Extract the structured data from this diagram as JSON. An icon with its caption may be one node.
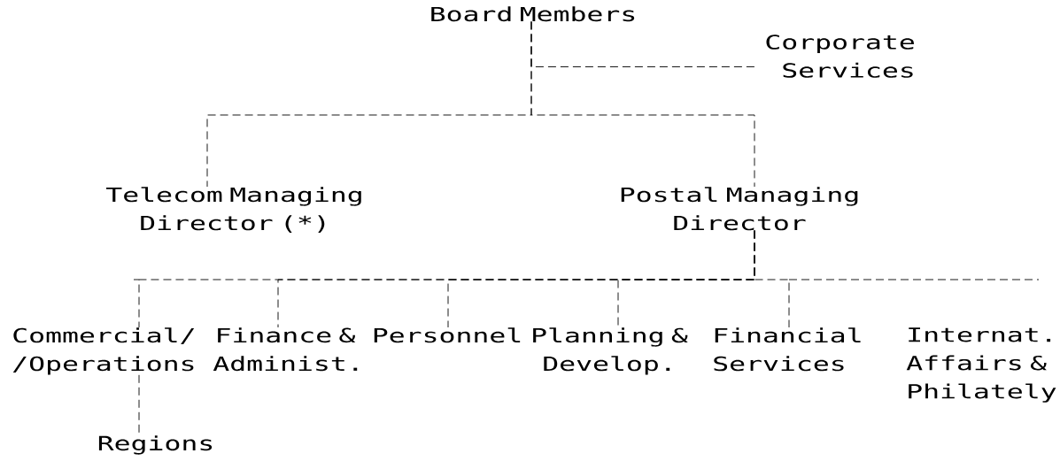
{
  "diagram": {
    "nodes": [
      {
        "text": [
          "Board Members"
        ]
      },
      {
        "text": [
          "Corporate Services"
        ]
      },
      {
        "text": [
          "Telecom Managing Director (*)"
        ]
      },
      {
        "text": [
          "Postal Managing Director"
        ]
      },
      {
        "text": [
          "Commercial/ /Operations"
        ]
      },
      {
        "text": [
          "Finance & Administ."
        ]
      },
      {
        "text": [
          "Personnel"
        ]
      },
      {
        "text": [
          "Planning & Develop."
        ]
      },
      {
        "text": [
          "Financial Services"
        ]
      },
      {
        "text": [
          "Internat. Affairs & Philately"
        ]
      },
      {
        "text": [
          "Regions"
        ]
      }
    ],
    "edges": [
      {
        "from": 0,
        "to": 1,
        "arrow": "none",
        "style": "dashed"
      },
      {
        "from": 0,
        "to": 2,
        "arrow": "none",
        "style": "dashed"
      },
      {
        "from": 0,
        "to": 3,
        "arrow": "none",
        "style": "dashed"
      },
      {
        "from": 3,
        "to": 4,
        "arrow": "none",
        "style": "dashed"
      },
      {
        "from": 3,
        "to": 5,
        "arrow": "none",
        "style": "dashed"
      },
      {
        "from": 3,
        "to": 6,
        "arrow": "none",
        "style": "dashed"
      },
      {
        "from": 3,
        "to": 7,
        "arrow": "none",
        "style": "dashed"
      },
      {
        "from": 3,
        "to": 8,
        "arrow": "none",
        "style": "dashed"
      },
      {
        "from": 4,
        "to": 10,
        "arrow": "none",
        "style": "dashed"
      }
    ]
  }
}
